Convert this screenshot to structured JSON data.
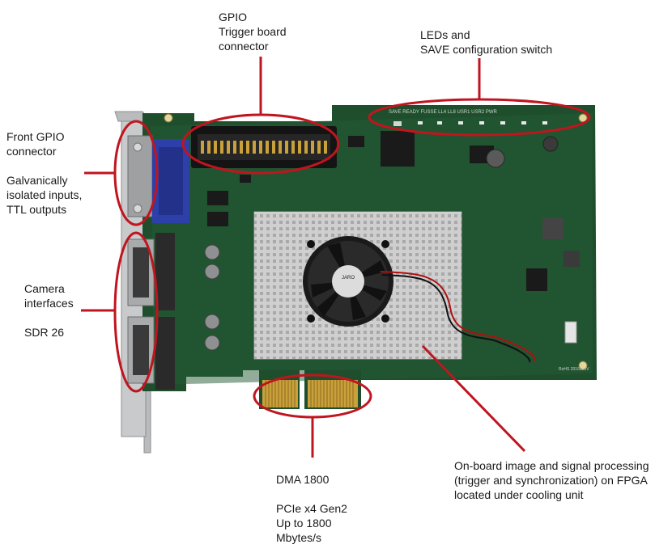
{
  "labels": {
    "gpio": "GPIO\nTrigger board\nconnector",
    "leds": "LEDs and\nSAVE configuration switch",
    "front_gpio": "Front GPIO\nconnector\n\nGalvanically\nisolated inputs,\nTTL outputs",
    "camera": "Camera\ninterfaces\n\nSDR 26",
    "dma": "DMA 1800\n\nPCIe x4 Gen2\nUp to 1800\nMbytes/s",
    "fpga": "On-board image and signal processing\n(trigger and synchronization) on FPGA\nlocated under cooling unit"
  },
  "board_text": {
    "fan_brand": "JARO",
    "silk_leds": "SAVE  READY  FUSSE  LL4  LL8  USR1  USR2  PWR",
    "silk_rev": "RoHS 2016/8/5V"
  },
  "colors": {
    "pcb": "#1f4e2d",
    "pcb_light": "#2c6a3d",
    "annotation": "#c0151f",
    "heatsink": "#c9c9c9",
    "gold": "#c9a03a",
    "vga_blue": "#2d3fa8",
    "bracket": "#b9bbbd"
  }
}
